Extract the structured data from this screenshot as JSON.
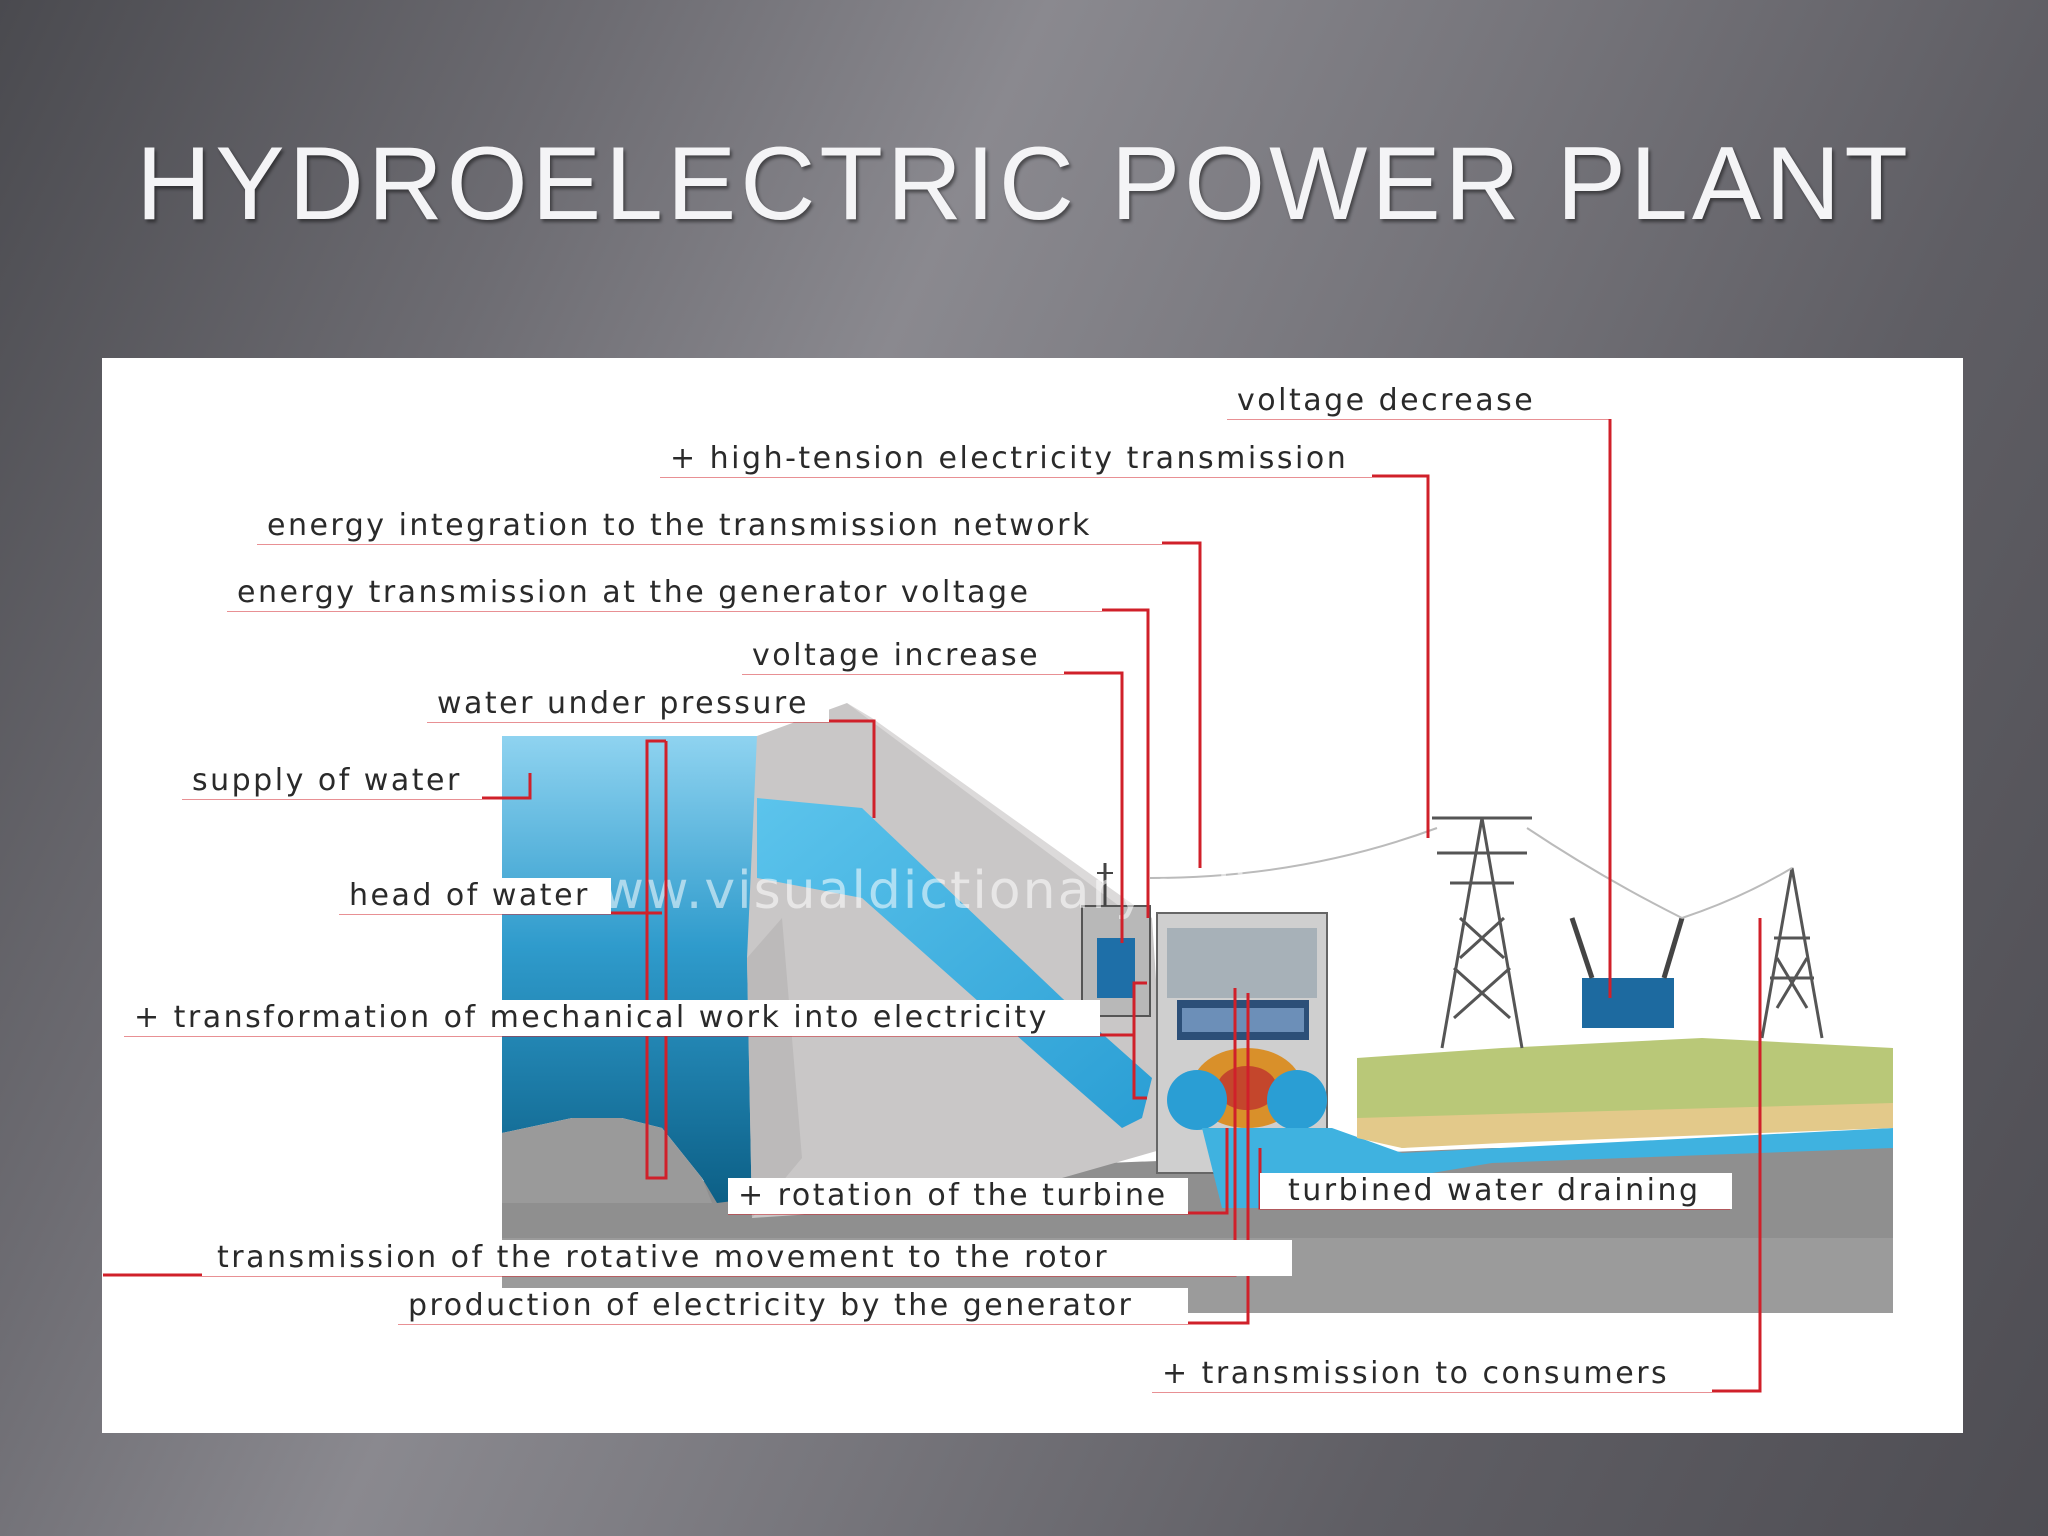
{
  "slide": {
    "title": "HYDROELECTRIC POWER PLANT"
  },
  "diagram": {
    "watermark": "www.visualdictionaryonline.com",
    "labels": {
      "voltage_decrease": "voltage decrease",
      "high_tension": "+ high-tension electricity transmission",
      "energy_integration": "energy integration to the transmission network",
      "energy_transmission_gen": "energy transmission at the generator voltage",
      "voltage_increase": "voltage increase",
      "water_pressure": "water under pressure",
      "supply_water": "supply of water",
      "head_water": "head of water",
      "transformation": "+ transformation of mechanical work into electricity",
      "rotation_turbine": "+ rotation of the turbine",
      "turbined_water": "turbined water draining",
      "transmission_rotor": "transmission of the rotative movement to the rotor",
      "production_electricity": "production of electricity by the generator",
      "transmission_consumers": "+ transmission to consumers"
    },
    "colors": {
      "leader_line": "#d0202a",
      "water": "#3fb2e0",
      "dam": "#c8c6c6",
      "ground": "#9a9a9a",
      "grass": "#b9c878"
    }
  }
}
